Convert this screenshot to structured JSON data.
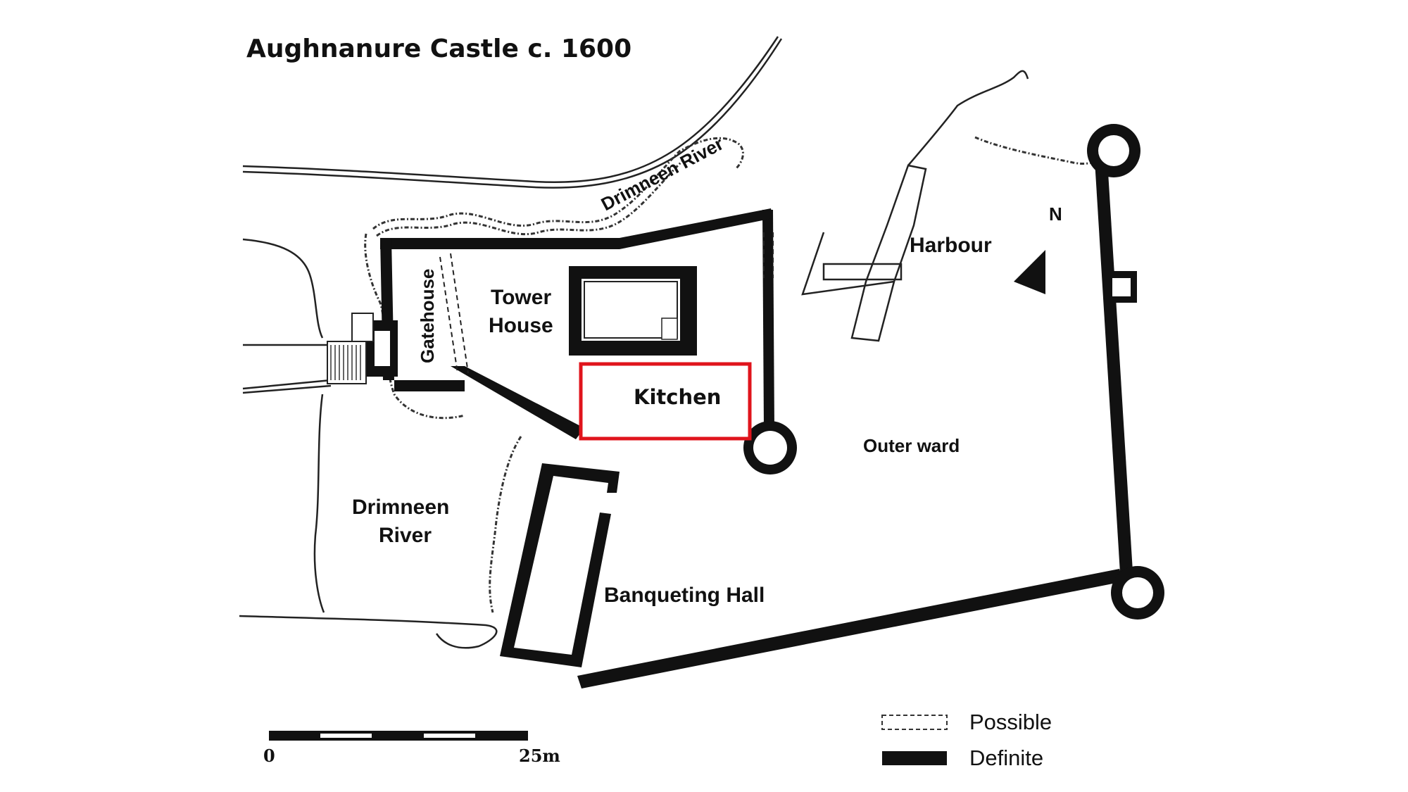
{
  "map": {
    "title": "Aughnanure Castle c. 1600",
    "labels": {
      "river_top": "Drimneen River",
      "river_left_line1": "Drimneen",
      "river_left_line2": "River",
      "gatehouse": "Gatehouse",
      "tower_house_line1": "Tower",
      "tower_house_line2": "House",
      "kitchen": "Kitchen",
      "harbour": "Harbour",
      "outer_ward": "Outer ward",
      "banqueting_hall": "Banqueting Hall",
      "north": "N"
    },
    "highlight": {
      "feature": "Kitchen",
      "color": "#e0141c"
    },
    "legend": [
      {
        "label": "Possible",
        "style": "dashed-outline"
      },
      {
        "label": "Definite",
        "style": "solid-fill"
      }
    ],
    "scale_bar": {
      "start_label": "0",
      "end_label": "25m",
      "segments": 5
    },
    "colors": {
      "wall": "#111111",
      "background": "#ffffff",
      "highlight": "#e0141c"
    }
  }
}
